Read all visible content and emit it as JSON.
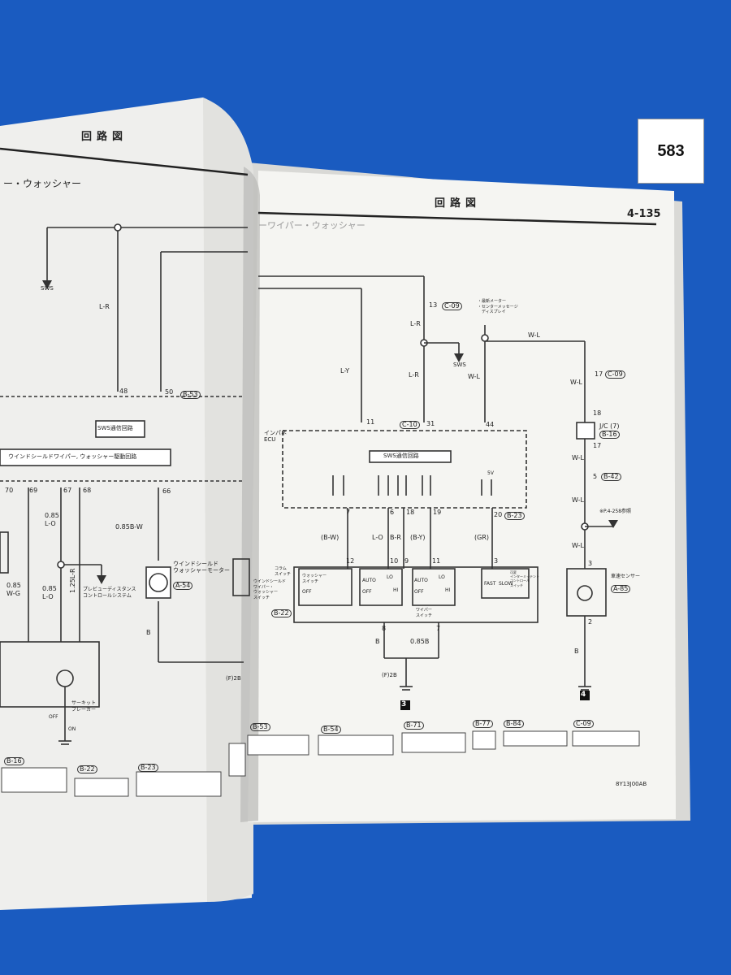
{
  "sticker": {
    "number": "583"
  },
  "left_page": {
    "header": "回路図",
    "title": "ー・ウォッシャー",
    "labels": {
      "sws": "SWS",
      "wire_lr": "L-R",
      "pin48": "48",
      "pin50": "50",
      "conn_b53": "B-53",
      "sws_comm": "SWS通信回路",
      "drive_circuit": "ウインドシールドワイパー, ウォッシャー駆動回路",
      "pin70": "70",
      "pin69": "69",
      "pin67": "67",
      "pin68": "68",
      "pin66": "66",
      "w085lo": "0.85\nL-O",
      "w085bw": "0.85B-W",
      "w085wg": "0.85\nW-G",
      "w085lo2": "0.85\nL-O",
      "w125lr": "1.25L-R",
      "motor_label": "ウインドシールド\nウォッシャーモーター",
      "conn_a54": "A-54",
      "precharge": "プレビューディスタンス\nコントロールシステム",
      "circuit_breaker": "サーキット\nブレーカー",
      "off": "OFF",
      "on": "ON",
      "wire_b": "B",
      "f2b": "(F)2B"
    },
    "connectors": [
      "B-16",
      "B-22",
      "B-23"
    ]
  },
  "right_page": {
    "header": "回路図",
    "page_number": "4-135",
    "title": "ーワイパー・ウォッシャー",
    "labels": {
      "pin13": "13",
      "conn_c09": "C-09",
      "meter": "・最新メーター\n・センターメッセージ\n　ディスプレイ",
      "wire_lr": "L-R",
      "wire_ly": "L-Y",
      "wire_wl": "W-L",
      "sws": "SWS",
      "pin17": "17",
      "conn_c09b": "C-09",
      "pin11": "11",
      "conn_c10": "C-10",
      "pin31": "31",
      "pin44": "44",
      "pin18": "18",
      "jc": "J/C (7)",
      "conn_b16": "B-16",
      "ecu": "インパネ\nECU",
      "sws_comm": "SWS通信回路",
      "v5": "5V",
      "pin5": "5",
      "conn_b42": "B-42",
      "ref": "※P.4-258参照",
      "pin7": "7",
      "pin6": "6",
      "pin18b": "18",
      "pin19": "19",
      "pin20": "20",
      "conn_b23": "B-23",
      "bw": "(B-W)",
      "lo": "L-O",
      "br": "B-R",
      "by": "(B-Y)",
      "gr": "(GR)",
      "pin12": "12",
      "pin10": "10",
      "pin9": "9",
      "pin11b": "11",
      "pin3": "3",
      "pin3b": "3",
      "column_sw": "コラム\nスイッチ",
      "washer_sw": "ウォッシャー\nスイッチ",
      "wiper_washer_sw": "ウインドシールド\nワイパー・\nウォッシャー\nスイッチ",
      "auto": "AUTO",
      "lo_sw": "LO",
      "hi": "HI",
      "off_sw": "OFF",
      "fast": "FAST",
      "slow": "SLOW",
      "intermittent": "可変\nインターミッテント\nコントロール\nスイッチ",
      "wiper_sw": "ワイパー\nスイッチ",
      "conn_b22": "B-22",
      "pin8": "8",
      "pin7b": "7",
      "wire_b": "B",
      "w085b": "0.85B",
      "f2b": "(F)2B",
      "ground3": "3",
      "speed_sensor": "車速センサー",
      "conn_a85": "A-85",
      "pin2": "2",
      "ground4": "4"
    },
    "connectors": [
      "B-53",
      "B-54",
      "B-71",
      "B-77",
      "B-84",
      "C-09"
    ],
    "footer_code": "8Y13J00AB"
  }
}
